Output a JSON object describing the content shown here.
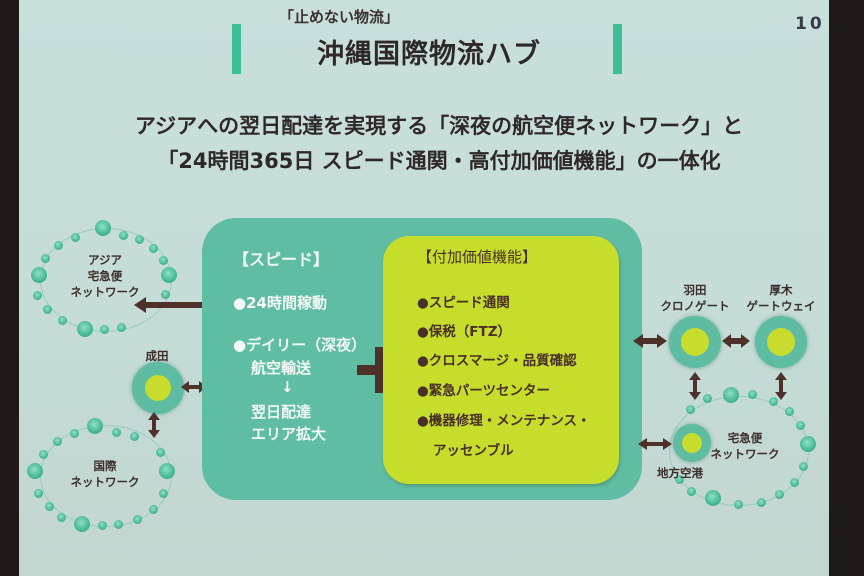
{
  "slide": {
    "subtitle": "「止めない物流」",
    "title": "沖縄国際物流ハブ",
    "page_number": "10",
    "lead_line1": "アジアへの翌日配達を実現する「深夜の航空便ネットワーク」と",
    "lead_line2": "「24時間365日 スピード通関・高付加価値機能」の一体化"
  },
  "speed_box": {
    "heading": "【スピード】",
    "items": [
      "●24時間稼動",
      "●デイリー（深夜）",
      "航空輸送",
      "↓",
      "翌日配達",
      "エリア拡大"
    ]
  },
  "value_box": {
    "heading": "【付加価値機能】",
    "items": [
      "●スピード通関",
      "●保税（FTZ）",
      "●クロスマージ・品質確認",
      "●緊急パーツセンター",
      "●機器修理・メンテナンス・",
      "アッセンブル"
    ]
  },
  "left_networks": {
    "asia": "アジア\n宅急便\nネットワーク",
    "asia_lines": [
      "アジア",
      "宅急便",
      "ネットワーク"
    ],
    "intl_lines": [
      "国際",
      "ネットワーク"
    ],
    "narita": "成田"
  },
  "right_networks": {
    "haneda_lines": [
      "羽田",
      "クロノゲート"
    ],
    "atsugi_lines": [
      "厚木",
      "ゲートウェイ"
    ],
    "domestic_lines": [
      "宅急便",
      "ネットワーク"
    ],
    "regional_airport": "地方空港"
  },
  "colors": {
    "teal": "#5fbda4",
    "lime": "#c6dd2c",
    "brown": "#4e3229",
    "accent_bar": "#3cbf97",
    "background": "#c9dfdc"
  }
}
